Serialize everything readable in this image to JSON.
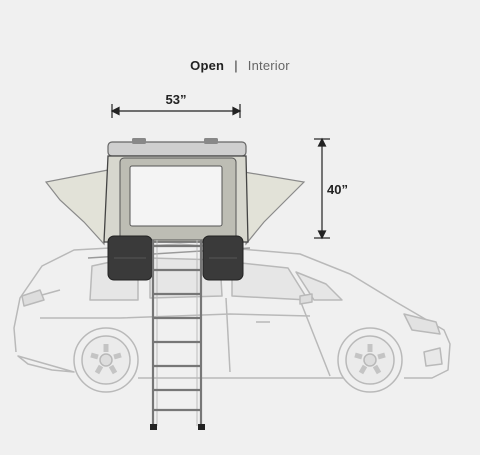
{
  "tabs": {
    "open_label": "Open",
    "separator": "|",
    "interior_label": "Interior"
  },
  "dimensions": {
    "width_label": "53”",
    "height_label": "40”"
  },
  "colors": {
    "background": "#f0f0f0",
    "car_outline": "#b9b9b9",
    "tent_dark": "#3a3a3a",
    "tent_window": "#d9d9d9",
    "ladder": "#777777"
  }
}
